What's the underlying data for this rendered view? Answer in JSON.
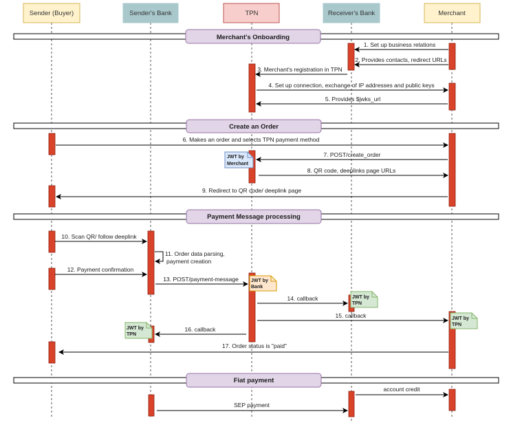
{
  "diagram": {
    "type": "sequence-diagram",
    "participants": [
      {
        "id": "buyer",
        "label": "Sender (Buyer)",
        "fill": "#fff2cc",
        "stroke": "#d6b656"
      },
      {
        "id": "sbank",
        "label": "Sender's Bank",
        "fill": "#a9c8cc",
        "stroke": "#8aaeb3"
      },
      {
        "id": "tpn",
        "label": "TPN",
        "fill": "#f8cecc",
        "stroke": "#b85450"
      },
      {
        "id": "rbank",
        "label": "Receiver's Bank",
        "fill": "#a9c8cc",
        "stroke": "#8aaeb3"
      },
      {
        "id": "merchant",
        "label": "Merchant",
        "fill": "#fff2cc",
        "stroke": "#d6b656"
      }
    ],
    "sections": [
      {
        "label": "Merchant's Onboarding"
      },
      {
        "label": "Create an Order"
      },
      {
        "label": "Payment Message processing"
      },
      {
        "label": "Fiat payment"
      }
    ],
    "messages": [
      {
        "label": "1. Set up business relations",
        "from": "merchant",
        "to": "rbank"
      },
      {
        "label": "2. Provides contacts, redirect URLs",
        "from": "merchant",
        "to": "rbank"
      },
      {
        "label": "3. Merchant's registration in TPN",
        "from": "rbank",
        "to": "tpn"
      },
      {
        "label": "4. Set up connection, exchange of IP addresses and public keys",
        "from": "tpn",
        "to": "merchant"
      },
      {
        "label": "5. Provides $jwks_url",
        "from": "merchant",
        "to": "tpn"
      },
      {
        "label": "6. Makes an order and selects TPN payment method",
        "from": "buyer",
        "to": "merchant"
      },
      {
        "label": "7. POST/create_order",
        "from": "merchant",
        "to": "tpn"
      },
      {
        "label": "8. QR code, deeplinks page URLs",
        "from": "tpn",
        "to": "merchant"
      },
      {
        "label": "9. Redirect to QR code/ deeplink page",
        "from": "merchant",
        "to": "buyer"
      },
      {
        "label": "10. Scan QR/ follow deeplink",
        "from": "buyer",
        "to": "sbank"
      },
      {
        "label_lines": [
          "11. Order data parsing,",
          "payment creation"
        ],
        "from": "sbank",
        "to": "sbank"
      },
      {
        "label": "12. Payment confirmation",
        "from": "buyer",
        "to": "sbank"
      },
      {
        "label": "13. POST/payment-message",
        "from": "sbank",
        "to": "tpn"
      },
      {
        "label": "14. callback",
        "from": "tpn",
        "to": "rbank"
      },
      {
        "label": "15. callback",
        "from": "tpn",
        "to": "merchant"
      },
      {
        "label": "16. callback",
        "from": "tpn",
        "to": "sbank"
      },
      {
        "label": "17. Order status is \"paid\"",
        "from": "merchant",
        "to": "buyer"
      },
      {
        "label": "account credit",
        "from": "rbank",
        "to": "merchant"
      },
      {
        "label": "SEP payment",
        "from": "sbank",
        "to": "rbank"
      }
    ],
    "notes": [
      {
        "lines": [
          "JWT by",
          "Merchant"
        ],
        "fill": "#dae8fc",
        "stroke": "#6c8ebf"
      },
      {
        "lines": [
          "JWT by",
          "Bank"
        ],
        "fill": "#ffe6cc",
        "stroke": "#d79b00"
      },
      {
        "lines": [
          "JWT by",
          "TPN"
        ],
        "fill": "#d5e8d4",
        "stroke": "#82b366"
      },
      {
        "lines": [
          "JWT by",
          "TPN"
        ],
        "fill": "#d5e8d4",
        "stroke": "#82b366"
      },
      {
        "lines": [
          "JWT by",
          "TPN"
        ],
        "fill": "#d5e8d4",
        "stroke": "#82b366"
      }
    ],
    "colors": {
      "activation_fill": "#d9432a",
      "activation_stroke": "#8b1f10",
      "section_fill": "#e1d5e7",
      "section_stroke": "#9673a6",
      "lifeline": "#555555",
      "arrow": "#000000"
    }
  }
}
